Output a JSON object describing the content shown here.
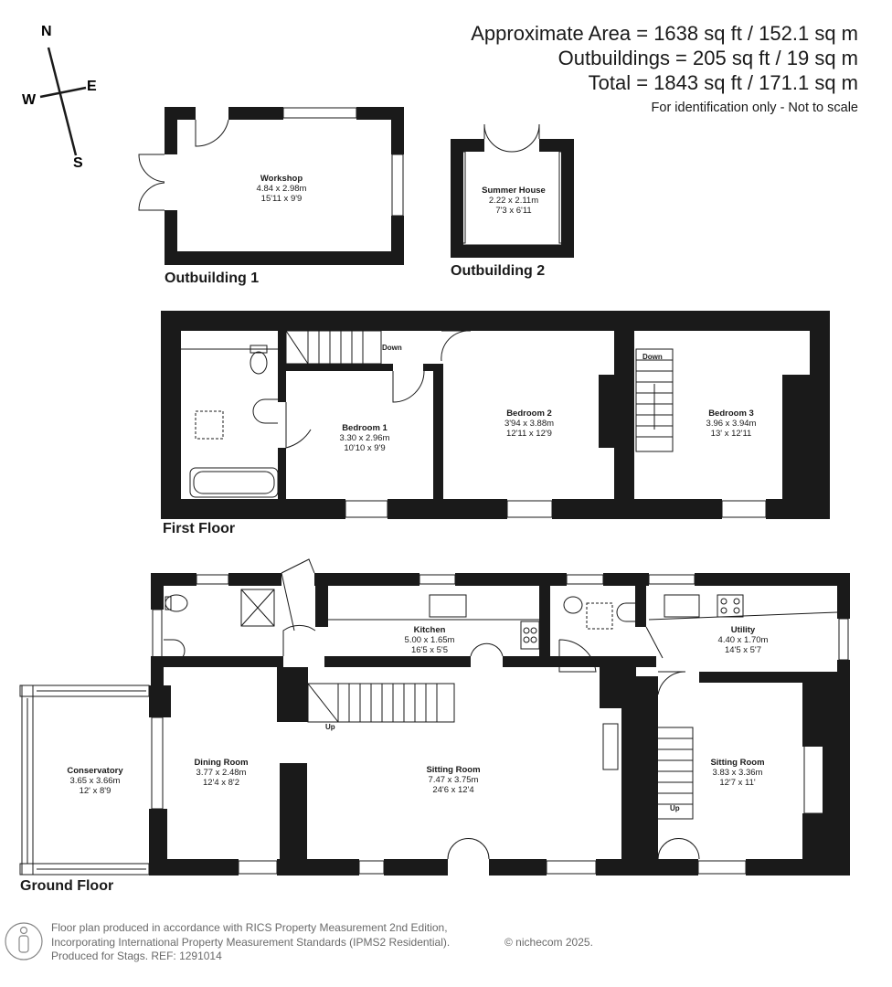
{
  "header": {
    "approx_area": "Approximate Area = 1638 sq ft / 152.1 sq m",
    "outbuildings": "Outbuildings = 205 sq ft / 19 sq m",
    "total": "Total = 1843 sq ft / 171.1 sq m",
    "disclaimer": "For identification only - Not to scale"
  },
  "compass": {
    "n": "N",
    "e": "E",
    "s": "S",
    "w": "W"
  },
  "floors": {
    "outbuilding1": "Outbuilding 1",
    "outbuilding2": "Outbuilding 2",
    "first": "First Floor",
    "ground": "Ground Floor"
  },
  "rooms": {
    "workshop": {
      "name": "Workshop",
      "metric": "4.84 x 2.98m",
      "imperial": "15'11 x 9'9"
    },
    "summer_house": {
      "name": "Summer House",
      "metric": "2.22 x 2.11m",
      "imperial": "7'3 x 6'11"
    },
    "bedroom1": {
      "name": "Bedroom 1",
      "metric": "3.30 x 2.96m",
      "imperial": "10'10 x 9'9"
    },
    "bedroom2": {
      "name": "Bedroom 2",
      "metric": "3'94 x 3.88m",
      "imperial": "12'11 x 12'9"
    },
    "bedroom3": {
      "name": "Bedroom 3",
      "metric": "3.96 x 3.94m",
      "imperial": "13' x 12'11"
    },
    "kitchen": {
      "name": "Kitchen",
      "metric": "5.00 x 1.65m",
      "imperial": "16'5 x 5'5"
    },
    "utility": {
      "name": "Utility",
      "metric": "4.40 x 1.70m",
      "imperial": "14'5 x 5'7"
    },
    "conservatory": {
      "name": "Conservatory",
      "metric": "3.65 x 3.66m",
      "imperial": "12' x 8'9"
    },
    "dining": {
      "name": "Dining Room",
      "metric": "3.77 x 2.48m",
      "imperial": "12'4 x 8'2"
    },
    "sitting_main": {
      "name": "Sitting Room",
      "metric": "7.47 x 3.75m",
      "imperial": "24'6 x 12'4"
    },
    "sitting_right": {
      "name": "Sitting Room",
      "metric": "3.83 x 3.36m",
      "imperial": "12'7 x 11'"
    }
  },
  "stairs": {
    "down": "Down",
    "up": "Up"
  },
  "footer": {
    "line1": "Floor plan produced in accordance with RICS Property Measurement 2nd Edition,",
    "line2": "Incorporating International Property Measurement Standards (IPMS2 Residential).",
    "line3": "Produced for Stags.   REF: 1291014",
    "copyright": "© nichecom 2025."
  }
}
